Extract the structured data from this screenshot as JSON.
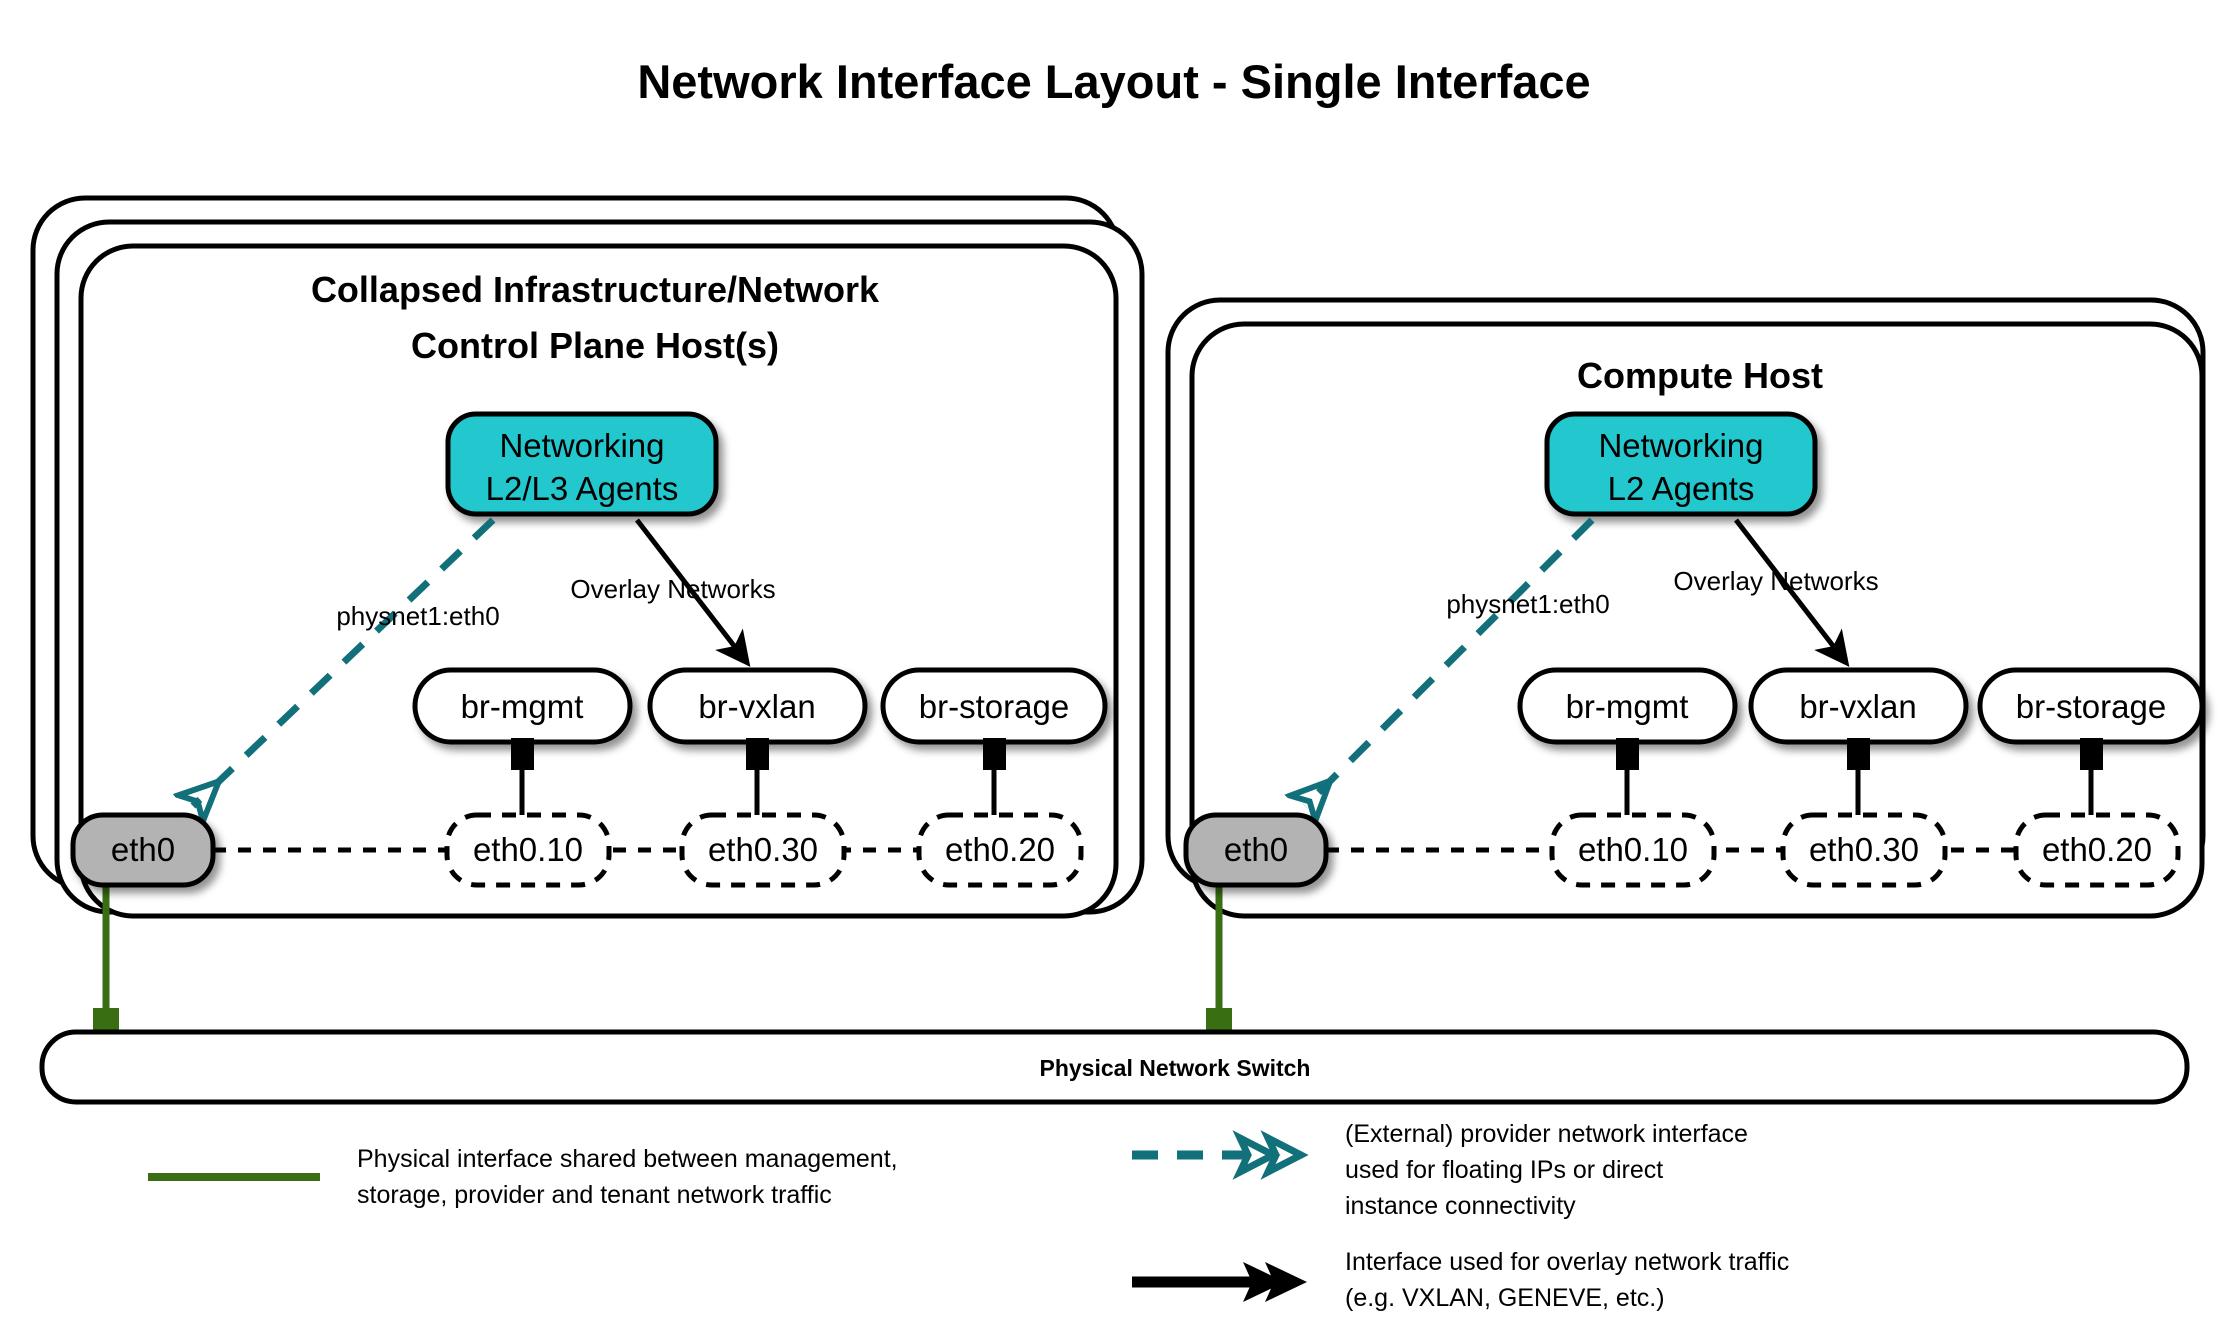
{
  "title": "Network Interface Layout - Single Interface",
  "hosts": [
    {
      "id": "control-plane",
      "title_line1": "Collapsed Infrastructure/Network",
      "title_line2": "Control Plane Host(s)",
      "stack_count": 3,
      "agent_label_line1": "Networking",
      "agent_label_line2": "L2/L3 Agents",
      "provider_label": "physnet1:eth0",
      "overlay_label": "Overlay Networks",
      "physical_nic": "eth0",
      "bridges": [
        {
          "bridge": "br-mgmt",
          "vlan_interface": "eth0.10"
        },
        {
          "bridge": "br-vxlan",
          "vlan_interface": "eth0.30"
        },
        {
          "bridge": "br-storage",
          "vlan_interface": "eth0.20"
        }
      ]
    },
    {
      "id": "compute",
      "title_line1": "Compute Host",
      "title_line2": "",
      "stack_count": 2,
      "agent_label_line1": "Networking",
      "agent_label_line2": "L2 Agents",
      "provider_label": "physnet1:eth0",
      "overlay_label": "Overlay Networks",
      "physical_nic": "eth0",
      "bridges": [
        {
          "bridge": "br-mgmt",
          "vlan_interface": "eth0.10"
        },
        {
          "bridge": "br-vxlan",
          "vlan_interface": "eth0.30"
        },
        {
          "bridge": "br-storage",
          "vlan_interface": "eth0.20"
        }
      ]
    }
  ],
  "switch": {
    "label": "Physical Network Switch"
  },
  "legend": [
    {
      "id": "physical-interface",
      "marker": "solid-green-line",
      "color": "#3a6e12",
      "lines": [
        "Physical interface shared between management,",
        "storage, provider and tenant network traffic"
      ]
    },
    {
      "id": "provider-network",
      "marker": "dashed-teal-arrow",
      "color": "#12707a",
      "lines": [
        "(External) provider network interface",
        "used for floating IPs or direct",
        "instance connectivity"
      ]
    },
    {
      "id": "overlay-network",
      "marker": "solid-black-arrow",
      "color": "#000000",
      "lines": [
        "Interface used for overlay network traffic",
        "(e.g. VXLAN, GENEVE, etc.)"
      ]
    }
  ],
  "colors": {
    "agent_fill": "#22c8cd",
    "nic_fill": "#b3b3b3",
    "green": "#3a6e12",
    "teal": "#12707a",
    "stroke": "#000000"
  }
}
